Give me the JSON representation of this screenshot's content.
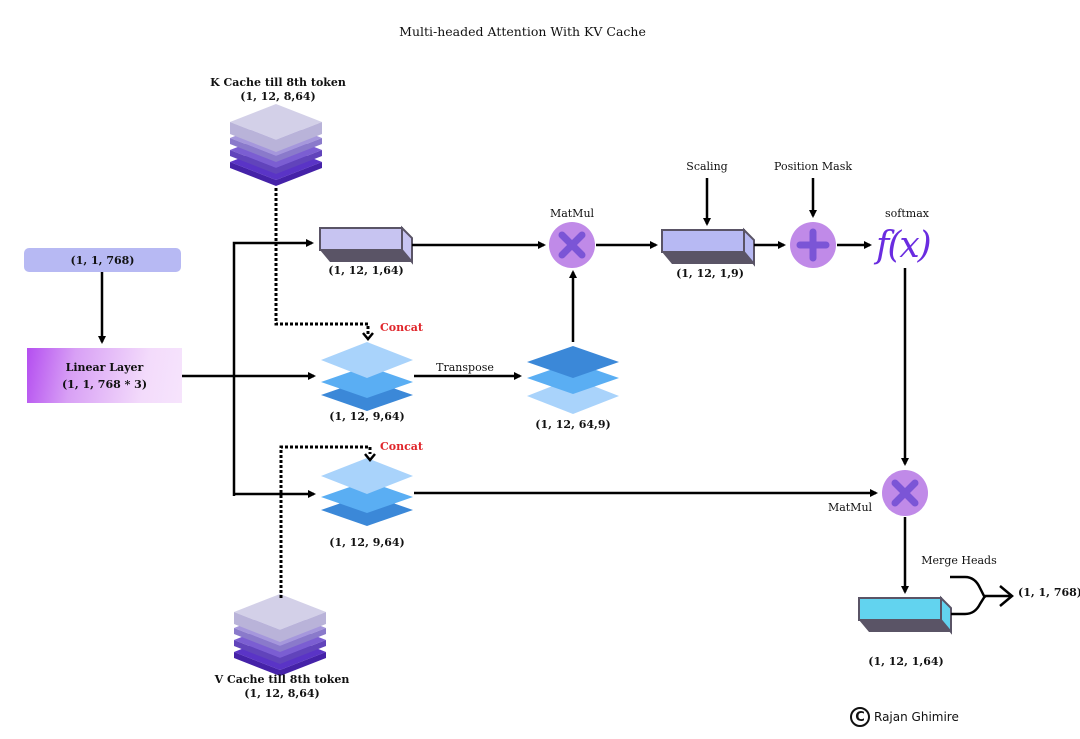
{
  "title": "Multi-headed Attention With KV Cache",
  "input": {
    "shape": "(1, 1, 768)"
  },
  "linear_layer": {
    "label": "Linear Layer",
    "shape": "(1, 1, 768 * 3)"
  },
  "k_cache": {
    "label": "K Cache till 8th token",
    "shape": "(1, 12, 8,64)"
  },
  "v_cache": {
    "label": "V Cache till 8th token",
    "shape": "(1, 12, 8,64)"
  },
  "query": {
    "shape": "(1, 12, 1,64)"
  },
  "key_concat": {
    "label": "Concat",
    "shape": "(1, 12, 9,64)"
  },
  "transpose": {
    "label": "Transpose",
    "shape": "(1, 12, 64,9)"
  },
  "value_concat": {
    "label": "Concat",
    "shape": "(1, 12, 9,64)"
  },
  "matmul1": {
    "label": "MatMul"
  },
  "scores": {
    "shape": "(1, 12, 1,9)"
  },
  "scaling": {
    "label": "Scaling"
  },
  "position_mask": {
    "label": "Position Mask"
  },
  "softmax": {
    "label": "softmax",
    "glyph": "f(x)"
  },
  "matmul2": {
    "label": "MatMul"
  },
  "output": {
    "shape": "(1, 12, 1,64)"
  },
  "merge_heads": {
    "label": "Merge Heads",
    "shape": "(1, 1, 768)"
  },
  "credit": {
    "symbol": "C",
    "author": "Rajan Ghimire"
  },
  "colors": {
    "cache_layers": [
      "#cfcbe6",
      "#a597dc",
      "#7b5ed2",
      "#5a34c6"
    ],
    "blue_layers": [
      "#a9d3fb",
      "#5aaef3",
      "#3b88d8"
    ],
    "tensor_face": "#c7c4f1",
    "tensor_side": "#5a5466",
    "output_face": "#62d3ef",
    "op_circle": "#c08ae8",
    "op_symbol": "#7b55d6",
    "concat": "#e0262b",
    "softmax": "#6a2ce0"
  }
}
